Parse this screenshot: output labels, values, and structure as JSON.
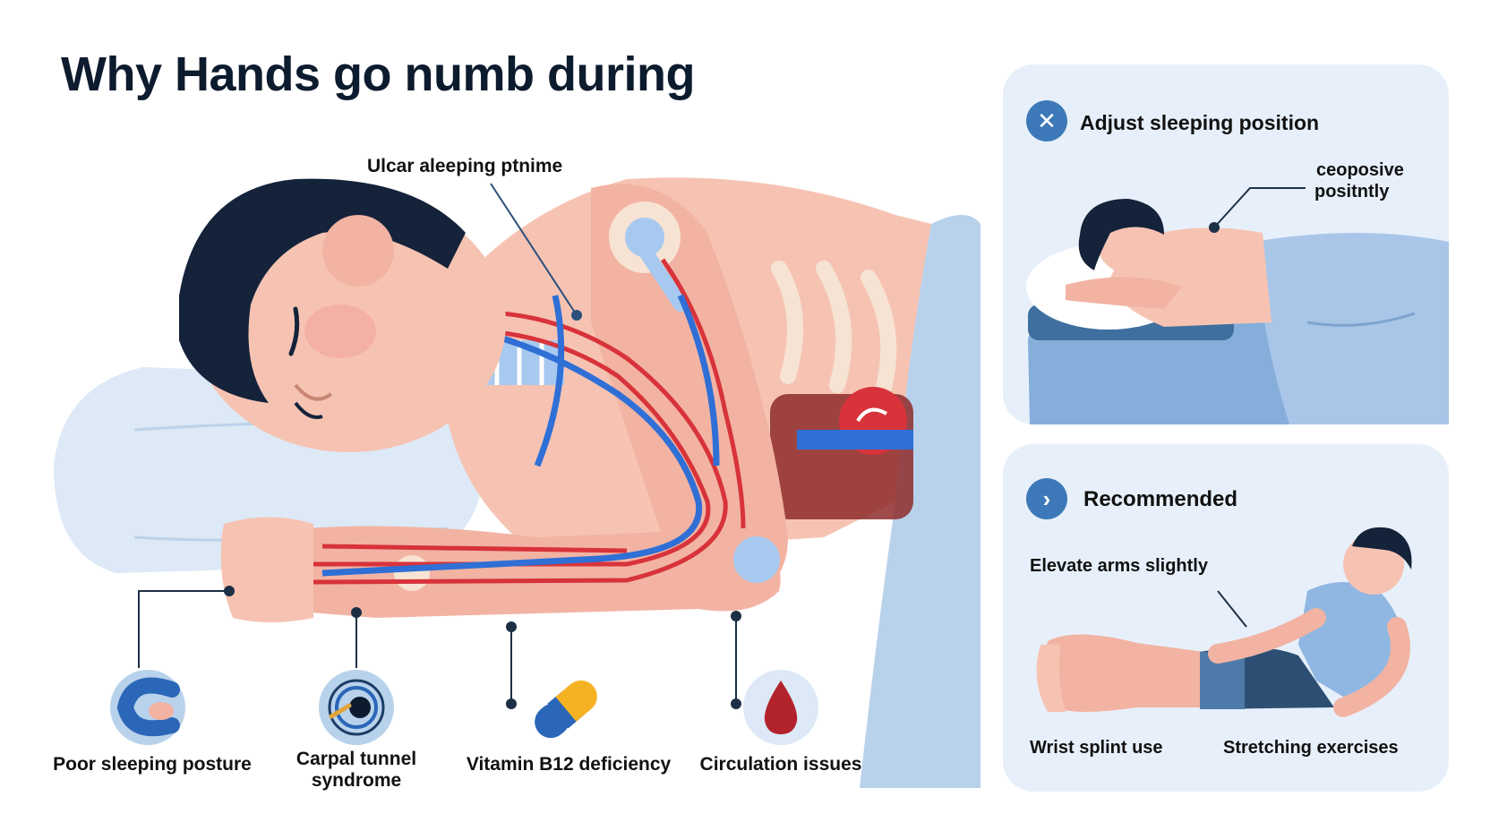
{
  "title": "Why Hands go numb during",
  "diagram": {
    "callout_label": "Ulcar aleeping ptnime"
  },
  "causes": [
    {
      "label": "Poor sleeping posture",
      "icon": "hand-pressure-icon"
    },
    {
      "label": "Carpal tunnel syndrome",
      "icon": "carpal-tunnel-icon"
    },
    {
      "label": "Vitamin B12 deficiency",
      "icon": "capsule-icon"
    },
    {
      "label": "Circulation issues",
      "icon": "blood-drop-icon"
    }
  ],
  "panel_adjust": {
    "title": "Adjust sleeping position",
    "badge_icon": "x-icon",
    "callout_line1": "ceoposive",
    "callout_line2": "positntly"
  },
  "panel_recommended": {
    "title": "Recommended",
    "badge_icon": "chevron-right-icon",
    "label_elevate": "Elevate arms slightly",
    "label_splint": "Wrist splint use",
    "label_stretch": "Stretching exercises"
  },
  "colors": {
    "panel_bg": "#e7f0fa",
    "accent": "#3d79b8",
    "skin": "#f6c3b3",
    "artery": "#d8333a",
    "vein": "#2f6fd6",
    "hair": "#14233a"
  }
}
